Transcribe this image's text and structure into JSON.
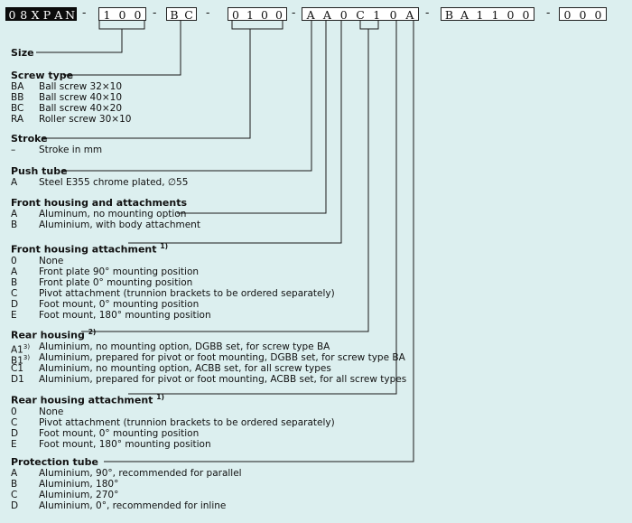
{
  "code": {
    "segments": [
      {
        "chars": [
          "0",
          "8",
          "X",
          "P",
          "A",
          "N"
        ],
        "dark": true
      },
      {
        "chars": [
          "1",
          "0",
          "0"
        ]
      },
      {
        "chars": [
          "B",
          "C"
        ]
      },
      {
        "chars": [
          "0",
          "1",
          "0",
          "0"
        ]
      },
      {
        "chars": [
          "A",
          "A",
          "0",
          "C",
          "1",
          "0",
          "A"
        ]
      },
      {
        "chars": [
          "B",
          "A",
          "1",
          "1",
          "0",
          "0"
        ]
      },
      {
        "chars": [
          "0",
          "0",
          "0"
        ]
      }
    ],
    "separator": "-"
  },
  "sections": [
    {
      "title": "Size",
      "rows": []
    },
    {
      "title": "Screw type",
      "rows": [
        {
          "key": "BA",
          "value": "Ball screw 32×10"
        },
        {
          "key": "BB",
          "value": "Ball screw 40×10"
        },
        {
          "key": "BC",
          "value": "Ball screw 40×20"
        },
        {
          "key": "RA",
          "value": "Roller screw 30×10"
        }
      ]
    },
    {
      "title": "Stroke",
      "rows": [
        {
          "key": "–",
          "value": "Stroke in mm"
        }
      ]
    },
    {
      "title": "Push tube",
      "rows": [
        {
          "key": "A",
          "value": "Steel E355 chrome plated, ∅55"
        }
      ]
    },
    {
      "title": "Front housing and attachments",
      "rows": [
        {
          "key": "A",
          "value": "Aluminum, no mounting option"
        },
        {
          "key": "B",
          "value": "Aluminium, with body attachment"
        }
      ]
    },
    {
      "title": "Front housing attachment",
      "note": "1)",
      "rows": [
        {
          "key": "0",
          "value": "None"
        },
        {
          "key": "A",
          "value": "Front plate 90° mounting position"
        },
        {
          "key": "B",
          "value": "Front plate 0° mounting position"
        },
        {
          "key": "C",
          "value": "Pivot attachment (trunnion brackets to be ordered separately)"
        },
        {
          "key": "D",
          "value": "Foot mount, 0° mounting position"
        },
        {
          "key": "E",
          "value": "Foot mount, 180° mounting position"
        }
      ]
    },
    {
      "title": "Rear housing",
      "note": "2)",
      "rows": [
        {
          "key": "A1",
          "note": "3)",
          "value": "Aluminium, no mounting option, DGBB set, for screw type BA"
        },
        {
          "key": "B1",
          "note": "3)",
          "value": "Aluminium, prepared for pivot or foot mounting, DGBB set, for screw type BA"
        },
        {
          "key": "C1",
          "value": "Aluminium, no mounting option, ACBB set, for all screw types"
        },
        {
          "key": "D1",
          "value": "Aluminium, prepared for pivot or foot mounting, ACBB set, for all screw types"
        }
      ]
    },
    {
      "title": "Rear housing attachment",
      "note": "1)",
      "rows": [
        {
          "key": "0",
          "value": "None"
        },
        {
          "key": "C",
          "value": "Pivot attachment (trunnion brackets to be ordered separately)"
        },
        {
          "key": "D",
          "value": "Foot mount, 0° mounting position"
        },
        {
          "key": "E",
          "value": "Foot mount, 180°  mounting position"
        }
      ]
    },
    {
      "title": "Protection tube",
      "rows": [
        {
          "key": "A",
          "value": "Aluminium, 90°, recommended for parallel"
        },
        {
          "key": "B",
          "value": "Aluminium, 180°"
        },
        {
          "key": "C",
          "value": "Aluminium, 270°"
        },
        {
          "key": "D",
          "value": "Aluminium, 0°, recommended for inline"
        }
      ]
    }
  ]
}
